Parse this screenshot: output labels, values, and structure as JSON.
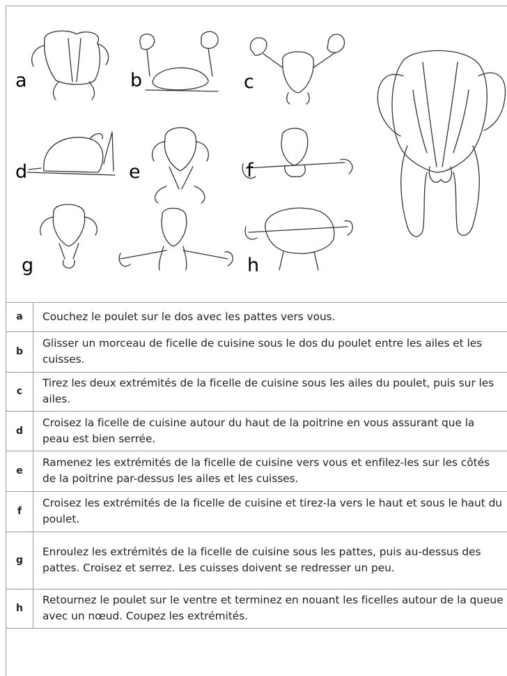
{
  "figure": {
    "labels": {
      "a": "a",
      "b": "b",
      "c": "c",
      "d": "d",
      "e": "e",
      "f": "f",
      "g": "g",
      "h": "h"
    }
  },
  "steps": [
    {
      "key": "a",
      "text": "Couchez le poulet sur le dos avec les pattes vers vous."
    },
    {
      "key": "b",
      "text": "Glisser un morceau de ficelle de cuisine sous le dos du poulet entre les ailes et les cuisses."
    },
    {
      "key": "c",
      "text": "Tirez les deux extrémités de la ficelle de cuisine sous les ailes du poulet, puis sur les ailes."
    },
    {
      "key": "d",
      "text": "Croisez la ficelle de cuisine autour du haut de la poitrine en vous assurant que la peau est bien serrée."
    },
    {
      "key": "e",
      "text": "Ramenez les extrémités de la ficelle de cuisine vers vous et enfilez-les sur les côtés de la poitrine par-dessus les ailes et les cuisses."
    },
    {
      "key": "f",
      "text": "Croisez les extrémités de la ficelle de cuisine et tirez-la vers le haut et sous le haut du poulet."
    },
    {
      "key": "g",
      "text": "Enroulez les extrémités de la ficelle de cuisine sous les pattes, puis au-dessus des pattes. Croisez et serrez. Les cuisses doivent se redresser un peu."
    },
    {
      "key": "h",
      "text": "Retournez le poulet sur le ventre et terminez en nouant les ficelles autour de la queue avec un nœud. Coupez les extrémités."
    }
  ]
}
